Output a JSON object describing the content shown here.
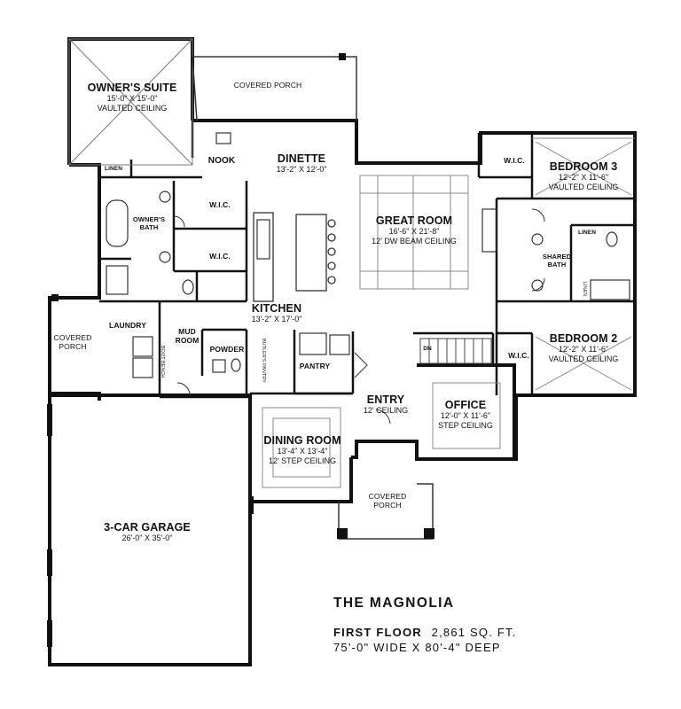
{
  "plan": {
    "name": "THE MAGNOLIA",
    "floor_label": "FIRST FLOOR",
    "square_feet": "2,861 SQ. FT.",
    "overall_size": "75'-0\" WIDE X 80'-4\" DEEP"
  },
  "rooms": {
    "owners_suite": {
      "name": "OWNER'S SUITE",
      "dims": "15'-0\" X 15'-0\"",
      "ceiling": "VAULTED CEILING"
    },
    "covered_porch_rear": {
      "name": "COVERED PORCH"
    },
    "nook": {
      "name": "NOOK"
    },
    "dinette": {
      "name": "DINETTE",
      "dims": "13'-2\" X 12'-0\""
    },
    "linen_owner": {
      "name": "LINEN"
    },
    "wic_owner_1": {
      "name": "W.I.C."
    },
    "wic_owner_2": {
      "name": "W.I.C."
    },
    "owners_bath": {
      "name": "OWNER'S BATH"
    },
    "great_room": {
      "name": "GREAT ROOM",
      "dims": "16'-6\" X 21'-8\"",
      "ceiling": "12' DW BEAM CEILING"
    },
    "wic_bed3": {
      "name": "W.I.C."
    },
    "bedroom3": {
      "name": "BEDROOM 3",
      "dims": "12'-2\" X 11'-6\"",
      "ceiling": "VAULTED CEILING"
    },
    "linen_bed": {
      "name": "LINEN"
    },
    "shared_bath": {
      "name": "SHARED BATH"
    },
    "linen_bed2": {
      "name": "LINEN"
    },
    "kitchen": {
      "name": "KITCHEN",
      "dims": "13'-2\" X 17'-0\""
    },
    "covered_porch_side": {
      "name": "COVERED PORCH"
    },
    "laundry": {
      "name": "LAUNDRY"
    },
    "mud_room": {
      "name": "MUD ROOM"
    },
    "boot_bench": {
      "name": "BOOT BENCH"
    },
    "powder": {
      "name": "POWDER"
    },
    "butlers_pantry": {
      "name": "BUTLER'S PANTRY"
    },
    "pantry": {
      "name": "PANTRY"
    },
    "wic_bed2": {
      "name": "W.I.C."
    },
    "bedroom2": {
      "name": "BEDROOM 2",
      "dims": "12'-2\" X 11'-6\"",
      "ceiling": "VAULTED CEILING"
    },
    "dn": {
      "name": "DN"
    },
    "entry": {
      "name": "ENTRY",
      "ceiling": "12' CEILING"
    },
    "office": {
      "name": "OFFICE",
      "dims": "12'-0\" X 11'-6\"",
      "ceiling": "STEP CEILING"
    },
    "dining_room": {
      "name": "DINING ROOM",
      "dims": "13'-4\" X 13'-4\"",
      "ceiling": "12' STEP CEILING"
    },
    "covered_porch_front": {
      "name": "COVERED PORCH"
    },
    "garage": {
      "name": "3-CAR GARAGE",
      "dims": "26'-0\" X 35'-0\""
    }
  }
}
